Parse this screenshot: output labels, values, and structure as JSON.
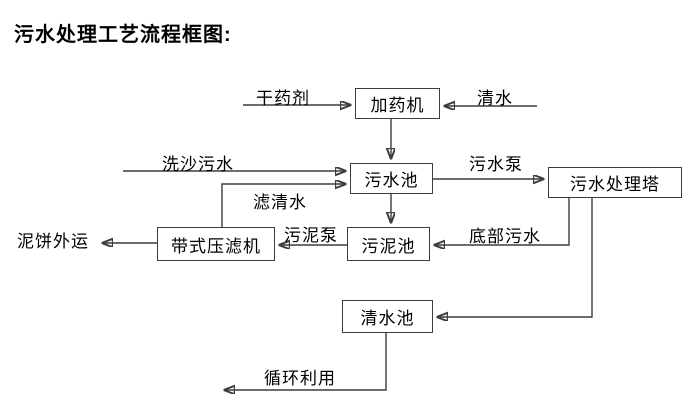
{
  "title": "污水处理工艺流程框图:",
  "nodes": {
    "dosing_machine": "加药机",
    "sewage_pool": "污水池",
    "sewage_treatment_tower": "污水处理塔",
    "belt_filter_press": "带式压滤机",
    "sludge_pool": "污泥池",
    "clean_water_pool": "清水池"
  },
  "flow_labels": {
    "dry_agent": "干药剂",
    "clean_water": "清水",
    "sand_washing_sewage": "洗沙污水",
    "filtered_water": "滤清水",
    "sewage_pump": "污水泵",
    "sludge_pump": "污泥泵",
    "mud_cake_out": "泥饼外运",
    "bottom_sewage": "底部污水",
    "recycle_use": "循环利用"
  },
  "edges": [
    {
      "from": "干药剂",
      "to": "加药机"
    },
    {
      "from": "清水",
      "to": "加药机"
    },
    {
      "from": "加药机",
      "to": "污水池"
    },
    {
      "from": "洗沙污水",
      "to": "污水池"
    },
    {
      "from": "带式压滤机",
      "to": "污水池",
      "label": "滤清水"
    },
    {
      "from": "污水池",
      "to": "污水处理塔",
      "label": "污水泵"
    },
    {
      "from": "污水池",
      "to": "污泥池"
    },
    {
      "from": "污水处理塔",
      "to": "污泥池",
      "label": "底部污水"
    },
    {
      "from": "污泥池",
      "to": "带式压滤机",
      "label": "污泥泵"
    },
    {
      "from": "带式压滤机",
      "to": "泥饼外运"
    },
    {
      "from": "污水处理塔",
      "to": "清水池"
    },
    {
      "from": "清水池",
      "to": "循环利用"
    }
  ],
  "colors": {
    "background": "#ffffff",
    "text": "#000000",
    "line": "#3d3d3d",
    "node_border": "#3d3d3d",
    "node_fill": "#ffffff",
    "arrowhead": "#1a1a1a"
  }
}
